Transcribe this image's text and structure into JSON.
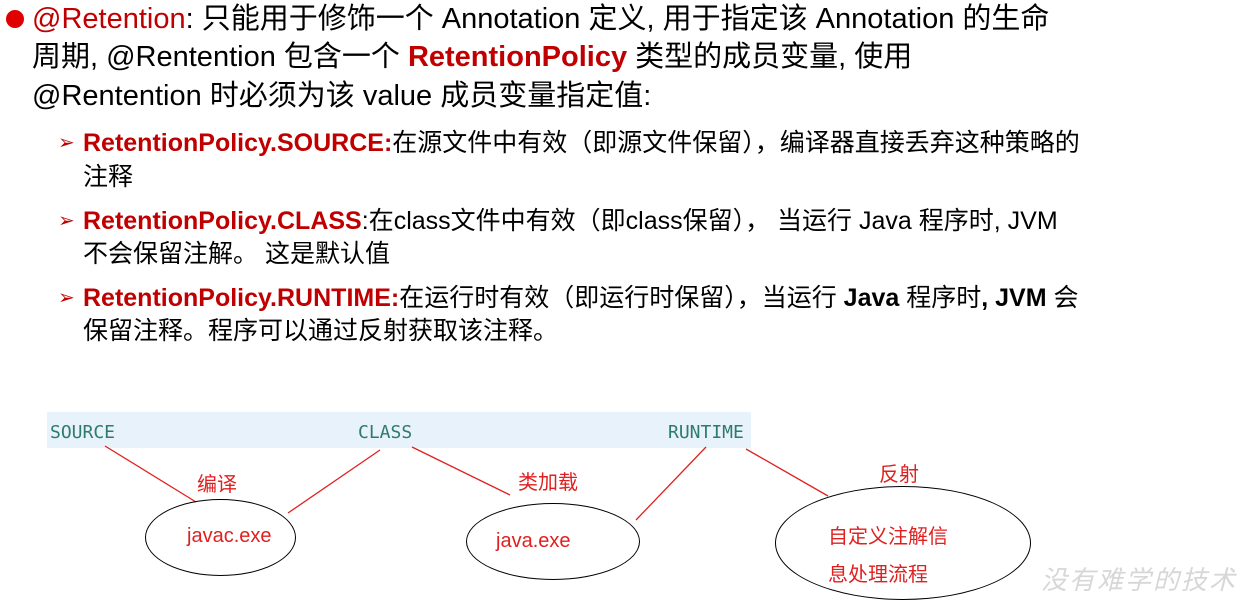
{
  "intro": {
    "line1_prefix": "@Retention",
    "line1_rest": ": 只能用于修饰一个 Annotation 定义, 用于指定该 Annotation 的生命",
    "line2_a": "周期, @Rentention 包含一个 ",
    "line2_b": "RetentionPolicy",
    "line2_c": " 类型的成员变量, 使用",
    "line3": "@Rentention 时必须为该 value 成员变量指定值:"
  },
  "items": [
    {
      "key": "RetentionPolicy.SOURCE:",
      "line1": "在源文件中有效（即源文件保留），编译器直接丢弃这种策略的",
      "line2": "注释"
    },
    {
      "key": "RetentionPolicy.CLASS",
      "line1": ":在class文件中有效（即class保留）， 当运行 Java 程序时, JVM",
      "line2": "不会保留注解。 这是默认值"
    },
    {
      "key": "RetentionPolicy.RUNTIME:",
      "line1_a": "在运行时有效（即运行时保留），当运行 ",
      "line1_b": "Java",
      "line1_c": " 程序时",
      "line1_d": ", JVM",
      "line1_e": " 会",
      "line2": "保留注释。程序可以通过反射获取该注释。"
    }
  ],
  "diagram": {
    "stages": [
      "SOURCE",
      "CLASS",
      "RUNTIME"
    ],
    "labels": [
      "编译",
      "类加载",
      "反射"
    ],
    "nodes": [
      "javac.exe",
      "java.exe",
      "自定义注解信",
      "息处理流程"
    ]
  },
  "watermark": "没有难学的技术",
  "colors": {
    "red": "#c00000",
    "label_red": "#e02020",
    "code_green": "#2f7b6a",
    "bar_bg": "#e8f2fb"
  }
}
